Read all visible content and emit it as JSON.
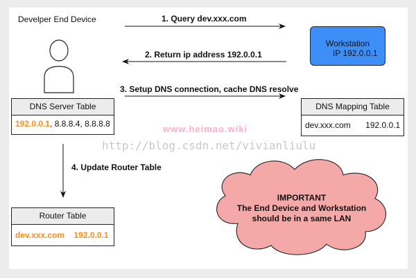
{
  "end_device": {
    "label": "Develper End Device"
  },
  "workstation": {
    "title": "Workstation",
    "ip": "IP 192.0.0.1",
    "fill_color": "#3d8ef7"
  },
  "arrows": {
    "step1": "1. Query dev.xxx.com",
    "step2": "2. Return ip address 192.0.0.1",
    "step3": "3. Setup DNS connection, cache DNS resolve",
    "step4": "4. Update Router Table"
  },
  "dns_server_table": {
    "title": "DNS Server Table",
    "primary": "192.0.0.1",
    "rest": ", 8.8.8.4, 8.8.8.8"
  },
  "dns_mapping_table": {
    "title": "DNS Mapping Table",
    "domain": "dev.xxx.com",
    "ip": "192.0.0.1"
  },
  "router_table": {
    "title": "Router Table",
    "domain": "dev.xxx.com",
    "ip": "192.0.0.1"
  },
  "cloud": {
    "line1": "IMPORTANT",
    "line2": "The End Device and Workstation",
    "line3": "should be in a same LAN",
    "fill_color": "#f4a8a8"
  },
  "watermarks": {
    "site": "www.heimao.wiki",
    "url": "http://blog.csdn.net/vivianliulu"
  },
  "colors": {
    "highlight": "#ff8c1a",
    "header_fill": "#ececec"
  }
}
